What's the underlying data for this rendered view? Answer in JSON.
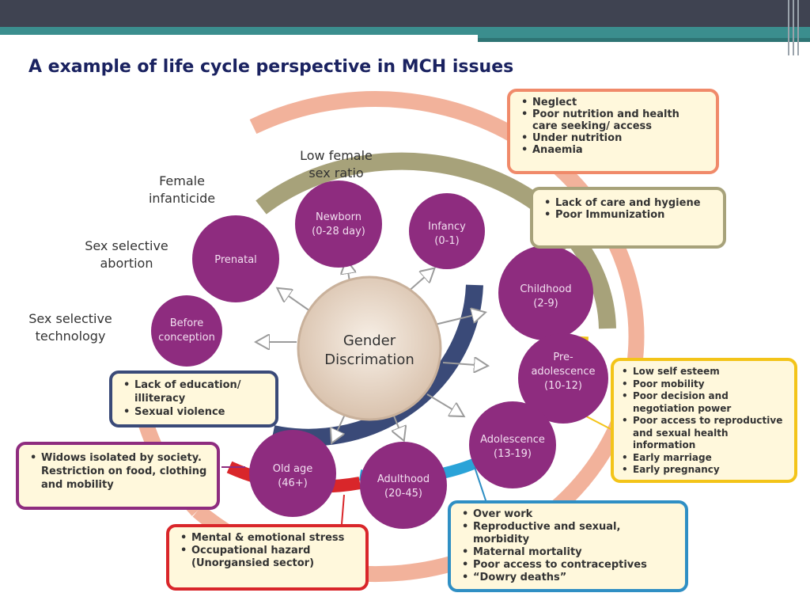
{
  "title": "A example of life cycle perspective in MCH issues",
  "center": {
    "line1": "Gender",
    "line2": "Discrimation"
  },
  "stages": {
    "before_conception": {
      "line1": "Before",
      "line2": "conception"
    },
    "prenatal": {
      "line1": "Prenatal"
    },
    "newborn": {
      "line1": "Newborn",
      "line2": "(0-28 day)"
    },
    "infancy": {
      "line1": "Infancy",
      "line2": "(0-1)"
    },
    "childhood": {
      "line1": "Childhood",
      "line2": "(2-9)"
    },
    "preadolescence": {
      "line1": "Pre-",
      "line2": "adolescence",
      "line3": "(10-12)"
    },
    "adolescence": {
      "line1": "Adolescence",
      "line2": "(13-19)"
    },
    "adulthood": {
      "line1": "Adulthood",
      "line2": "(20-45)"
    },
    "old_age": {
      "line1": "Old age",
      "line2": "(46+)"
    }
  },
  "side_labels": {
    "low_female_sex_ratio": [
      "Low female",
      "sex ratio"
    ],
    "female_infanticide": [
      "Female",
      "infanticide"
    ],
    "sex_selective_abortion": [
      "Sex selective",
      "abortion"
    ],
    "sex_selective_technology": [
      "Sex selective",
      "technology"
    ]
  },
  "boxes": {
    "infancy_issues": [
      "Neglect",
      "Poor nutrition and health care seeking/ access",
      "Under nutrition",
      "Anaemia"
    ],
    "newborn_issues": [
      "Lack of care and hygiene",
      "Poor Immunization"
    ],
    "adolescence_issues": [
      "Low self esteem",
      "Poor mobility",
      "Poor decision and negotiation power",
      "Poor access to reproductive and sexual health information",
      "Early marriage",
      "Early pregnancy"
    ],
    "adulthood_issues": [
      "Over work",
      "Reproductive and sexual, morbidity",
      "Maternal mortality",
      "Poor access to contraceptives",
      "“Dowry deaths”"
    ],
    "occupational_issues": [
      "Mental & emotional stress",
      "Occupational hazard (Unorgansied sector)"
    ],
    "old_age_issues": [
      "Widows isolated by society. Restriction on food, clothing and mobility"
    ],
    "childhood_issues": [
      "Lack of education/ illiteracy",
      "Sexual violence"
    ]
  },
  "colors": {
    "stage_circle": "#8e2c7f",
    "outer_ring": "#f0a48a",
    "olive_arc": "#a7a27a",
    "navy_arc": "#3a4a78",
    "center_fill": "#e6d5c5",
    "infancy_box_border": "#f08a6a",
    "newborn_box_border": "#a7a27a",
    "adolescence_box_border": "#f3c419",
    "adulthood_box_border": "#2f8fc4",
    "occupational_box_border": "#d9262a",
    "old_age_box_border": "#8e2c7f",
    "childhood_box_border": "#3a4a78"
  }
}
